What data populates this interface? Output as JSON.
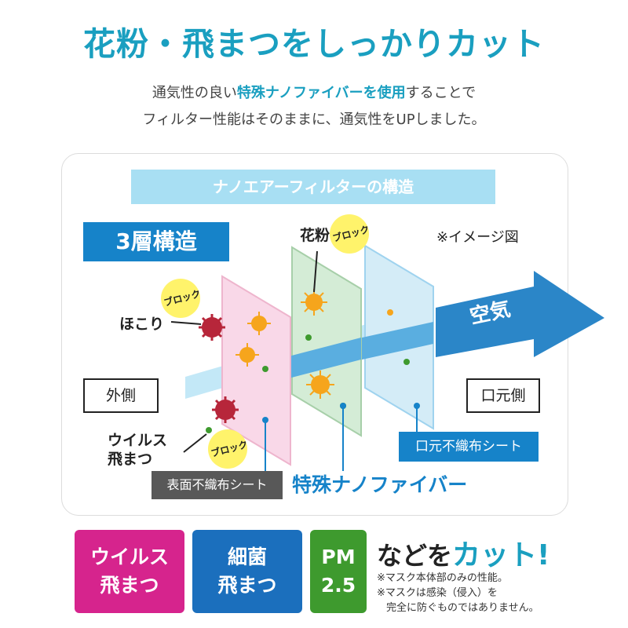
{
  "headline": "花粉・飛まつをしっかりカット",
  "intro": {
    "line1_pre": "通気性の良い",
    "line1_highlight": "特殊ナノファイバーを使用",
    "line1_post": "することで",
    "line2": "フィルター性能はそのままに、通気性をUPしました。"
  },
  "diagram": {
    "banner": "ナノエアーフィルターの構造",
    "structure_badge": "3層構造",
    "image_note": "※イメージ図",
    "pollen_label": "花粉",
    "dust_label": "ほこり",
    "virus_label_1": "ウイルス",
    "virus_label_2": "飛まつ",
    "block_label": "ブロック",
    "outside_label": "外側",
    "mouth_side_label": "口元側",
    "air_label": "空気",
    "surface_sheet_label": "表面不織布シート",
    "nanofiber_label": "特殊ナノファイバー",
    "mouth_sheet_label": "口元不織布シート"
  },
  "tiles": [
    {
      "line1": "ウイルス",
      "line2": "飛まつ",
      "color": "#d6248d"
    },
    {
      "line1": "細菌",
      "line2": "飛まつ",
      "color": "#1b6fbd"
    },
    {
      "line1": "PM",
      "line2": "2.5",
      "color": "#3e9a2e"
    }
  ],
  "cut_text": {
    "pre": "などを",
    "cut": "カット!"
  },
  "notes": [
    "※マスク本体部のみの性能。",
    "※マスクは感染（侵入）を",
    "完全に防ぐものではありません。"
  ],
  "colors": {
    "accent": "#1a9fc0",
    "blue": "#1683c9",
    "pink_sheet": "#f9d8e8",
    "green_sheet": "#d4ecd6",
    "blue_sheet": "#d4ecf7"
  }
}
